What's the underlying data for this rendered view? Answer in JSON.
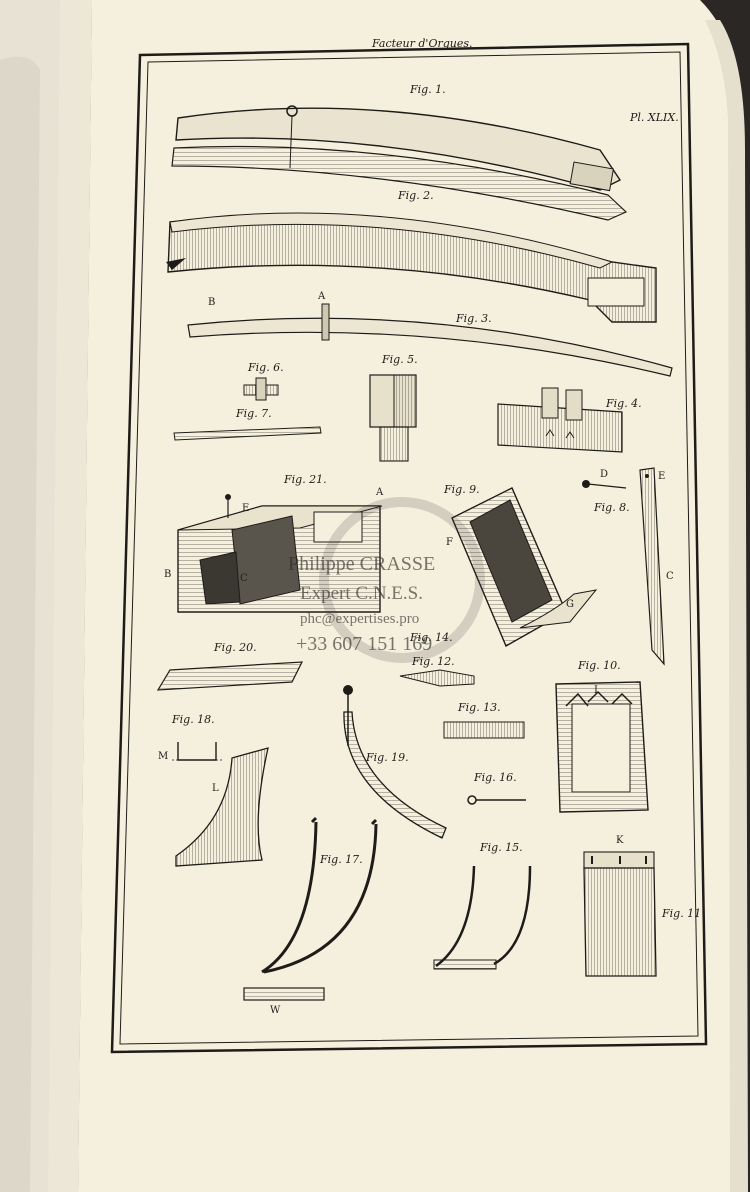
{
  "plate": {
    "header": "Facteur d'Orgues.",
    "plate_number": "Pl. XLIX."
  },
  "figures": {
    "fig1": "Fig. 1.",
    "fig2": "Fig. 2.",
    "fig3": "Fig. 3.",
    "fig4": "Fig. 4.",
    "fig5": "Fig. 5.",
    "fig6": "Fig. 6.",
    "fig7": "Fig. 7.",
    "fig8": "Fig. 8.",
    "fig9": "Fig. 9.",
    "fig10": "Fig. 10.",
    "fig11": "Fig. 11",
    "fig12": "Fig. 12.",
    "fig13": "Fig. 13.",
    "fig14": "Fig. 14.",
    "fig15": "Fig. 15.",
    "fig16": "Fig. 16.",
    "fig17": "Fig. 17.",
    "fig18": "Fig. 18.",
    "fig19": "Fig. 19.",
    "fig20": "Fig. 20.",
    "fig21": "Fig. 21."
  },
  "letters": {
    "A_fig3": "A",
    "B_fig3": "B",
    "A_fig21": "A",
    "B_fig21": "B",
    "C_fig21": "C",
    "E_fig21": "E",
    "F_fig9": "F",
    "G_fig9": "G",
    "D_fig8": "D",
    "E_fig8": "E",
    "C_fig8": "C",
    "I_fig10": "I",
    "K_fig11": "K",
    "M_fig18": "M",
    "L_fig18": "L",
    "W_fig17": "W"
  },
  "watermark": {
    "line1": "Philippe CRASSE",
    "line2": "Expert C.N.E.S.",
    "line3": "phc@expertises.pro",
    "line4": "+33 607 151 169"
  },
  "colors": {
    "paper": "#f5f0dd",
    "ink": "#1e1c19",
    "background": "#2a2724"
  }
}
